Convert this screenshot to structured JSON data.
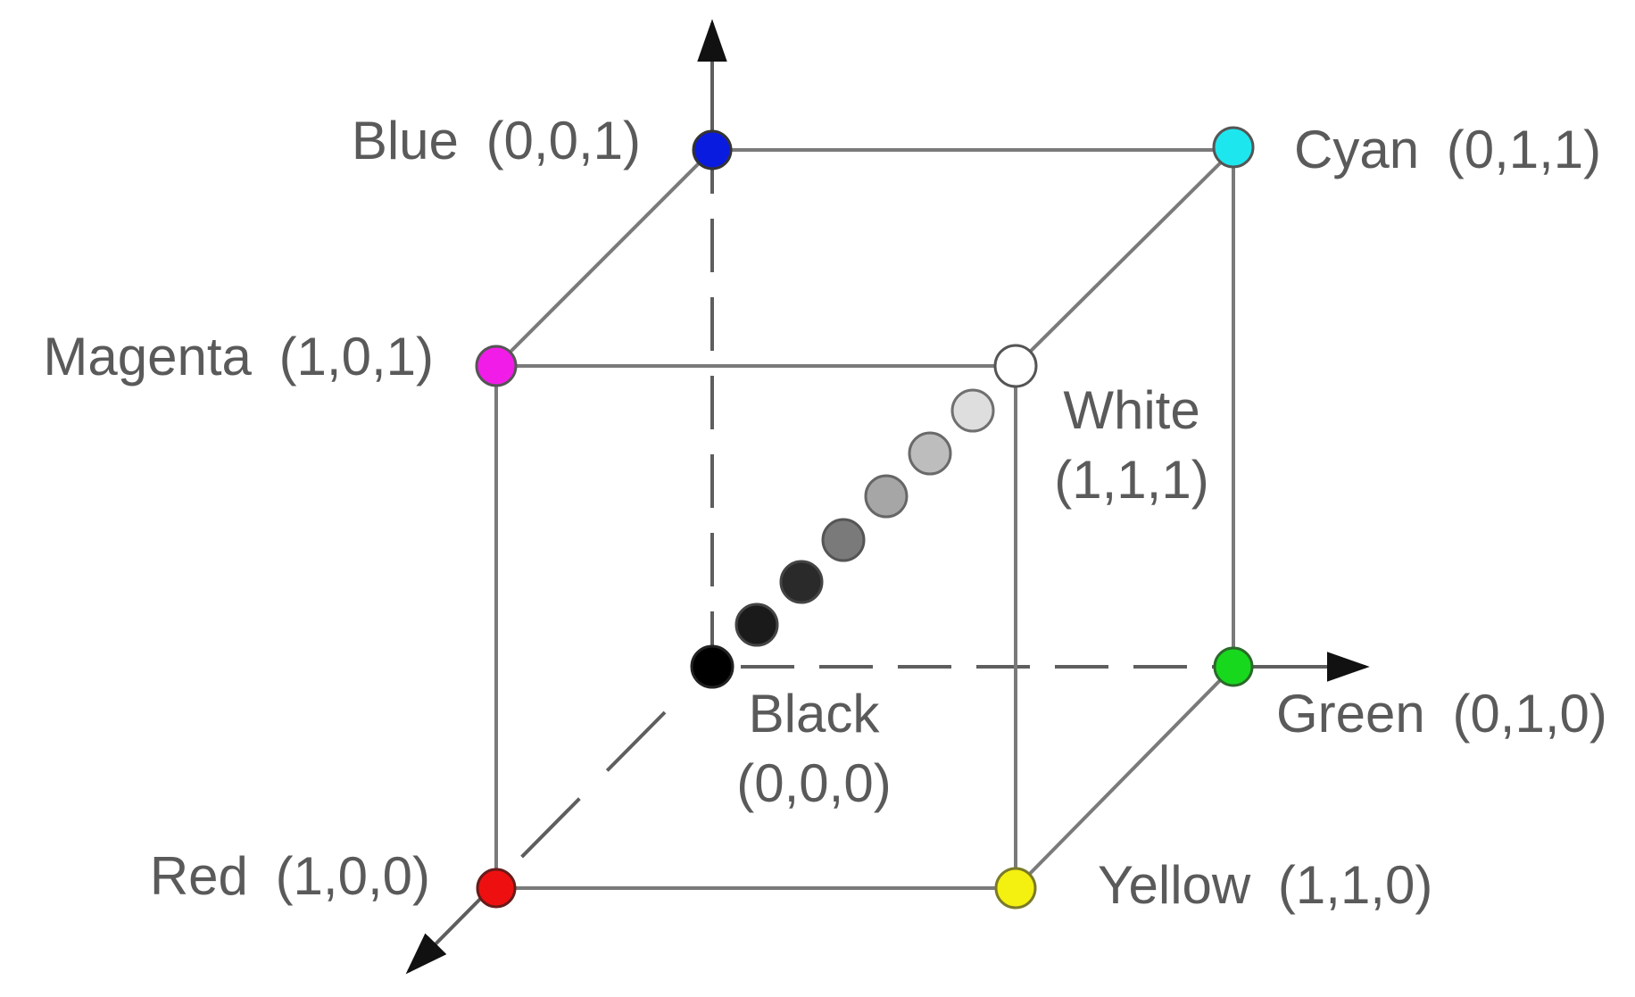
{
  "corners": {
    "blue": {
      "name": "Blue",
      "coords": "(0,0,1)",
      "color": "#0a1be0"
    },
    "cyan": {
      "name": "Cyan",
      "coords": "(0,1,1)",
      "color": "#1ee6ee"
    },
    "magenta": {
      "name": "Magenta",
      "coords": "(1,0,1)",
      "color": "#f21ce8"
    },
    "white": {
      "name": "White",
      "coords": "(1,1,1)",
      "color": "#ffffff"
    },
    "black": {
      "name": "Black",
      "coords": "(0,0,0)",
      "color": "#000000"
    },
    "green": {
      "name": "Green",
      "coords": "(0,1,0)",
      "color": "#18d81e"
    },
    "red": {
      "name": "Red",
      "coords": "(1,0,0)",
      "color": "#ee1010"
    },
    "yellow": {
      "name": "Yellow",
      "coords": "(1,1,0)",
      "color": "#f4f010"
    }
  },
  "gray_diagonal": [
    "#1a1a1a",
    "#2a2a2a",
    "#7a7a7a",
    "#a6a6a6",
    "#bdbdbd",
    "#dedede"
  ],
  "colors": {
    "edge": "#7a7a7a",
    "axis": "#5e5e5e",
    "label": "#5a5a5a",
    "dot_outline": "#6a6a6a"
  }
}
